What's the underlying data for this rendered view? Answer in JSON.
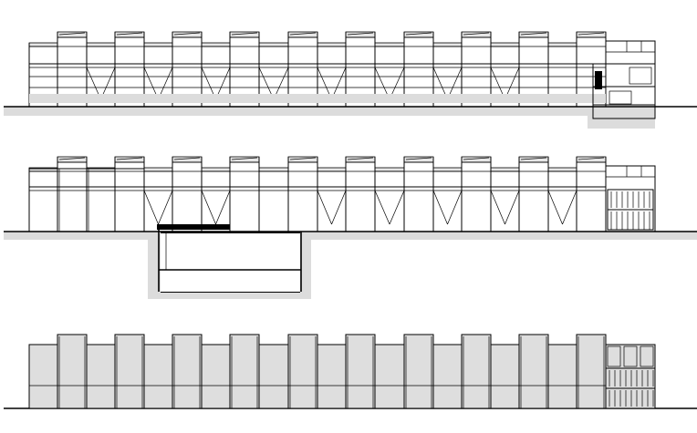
{
  "drawing": {
    "sheets": [
      {
        "id": "section-a",
        "kind": "section",
        "tall_bays": 10,
        "short_bays": 10,
        "braced_bays": [
          1,
          2,
          3,
          4,
          5,
          6,
          7,
          8
        ]
      },
      {
        "id": "section-b",
        "kind": "section-with-basement",
        "tall_bays": 10,
        "short_bays": 10,
        "braced_bays": [
          2,
          3,
          5,
          6,
          7,
          8,
          9
        ]
      },
      {
        "id": "elevation",
        "kind": "elevation",
        "tall_bays": 10,
        "short_bays": 10
      }
    ],
    "colors": {
      "line": "#000000",
      "fill": "#dedede",
      "ground": "#dcdcdc",
      "background": "#ffffff"
    }
  }
}
